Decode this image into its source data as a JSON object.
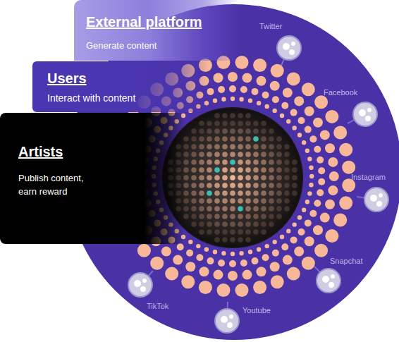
{
  "diagram": {
    "nodes": [
      {
        "text": [
          "External platform",
          "Generate content"
        ]
      },
      {
        "text": [
          "Users",
          "Interact with content"
        ]
      },
      {
        "text": [
          "Artists",
          "Publish content, earn reward"
        ]
      }
    ],
    "labels": [
      "Twitter",
      "Facebook",
      "Instagram",
      "Snapchat",
      "Youtube",
      "TikTok"
    ]
  }
}
